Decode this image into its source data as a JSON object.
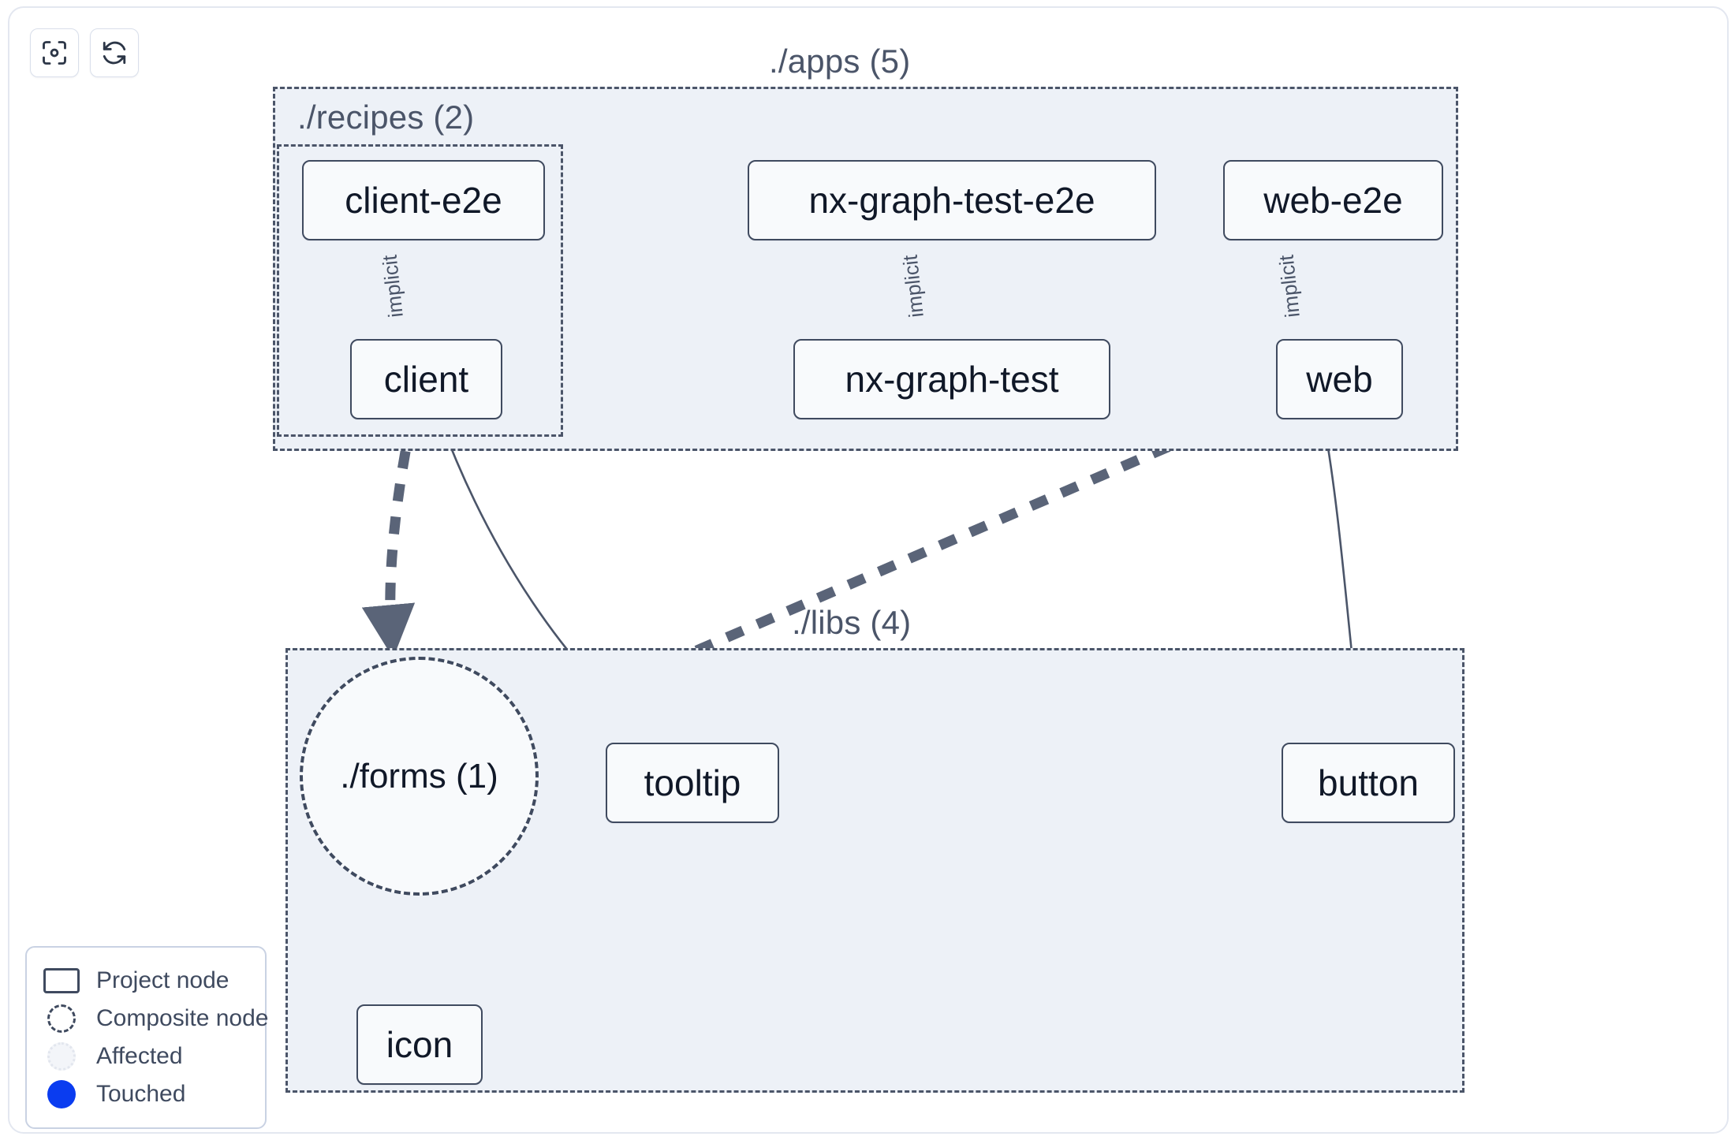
{
  "toolbar": {
    "buttons": [
      {
        "name": "focus-graph-button",
        "icon": "viewfinder-focus-icon",
        "label": ""
      },
      {
        "name": "refresh-graph-button",
        "icon": "refresh-icon",
        "label": ""
      }
    ]
  },
  "graph": {
    "groups": [
      {
        "id": "apps",
        "label": "./apps (5)",
        "count": 5
      },
      {
        "id": "recipes",
        "label": "./recipes (2)",
        "count": 2
      },
      {
        "id": "libs",
        "label": "./libs (4)",
        "count": 4
      }
    ],
    "nodes": [
      {
        "id": "client-e2e",
        "label": "client-e2e",
        "type": "project",
        "group": "recipes"
      },
      {
        "id": "client",
        "label": "client",
        "type": "project",
        "group": "recipes"
      },
      {
        "id": "nx-graph-test-e2e",
        "label": "nx-graph-test-e2e",
        "type": "project",
        "group": "apps"
      },
      {
        "id": "nx-graph-test",
        "label": "nx-graph-test",
        "type": "project",
        "group": "apps"
      },
      {
        "id": "web-e2e",
        "label": "web-e2e",
        "type": "project",
        "group": "apps"
      },
      {
        "id": "web",
        "label": "web",
        "type": "project",
        "group": "apps"
      },
      {
        "id": "forms",
        "label": "./forms (1)",
        "type": "composite",
        "group": "libs"
      },
      {
        "id": "tooltip",
        "label": "tooltip",
        "type": "project",
        "group": "libs"
      },
      {
        "id": "button",
        "label": "button",
        "type": "project",
        "group": "libs"
      },
      {
        "id": "icon",
        "label": "icon",
        "type": "project",
        "group": "libs"
      }
    ],
    "edges": [
      {
        "source": "client-e2e",
        "target": "client",
        "label": "implicit",
        "style": "solid"
      },
      {
        "source": "nx-graph-test-e2e",
        "target": "nx-graph-test",
        "label": "implicit",
        "style": "solid"
      },
      {
        "source": "web-e2e",
        "target": "web",
        "label": "implicit",
        "style": "solid"
      },
      {
        "source": "client",
        "target": "forms",
        "label": "",
        "style": "dashed"
      },
      {
        "source": "client",
        "target": "tooltip",
        "label": "",
        "style": "solid"
      },
      {
        "source": "web",
        "target": "forms",
        "label": "",
        "style": "dashed"
      },
      {
        "source": "web",
        "target": "button",
        "label": "",
        "style": "solid"
      },
      {
        "source": "forms",
        "target": "icon",
        "label": "",
        "style": "dashed"
      }
    ]
  },
  "legend": {
    "items": [
      {
        "swatch": "project-node-swatch",
        "label": "Project node"
      },
      {
        "swatch": "composite-node-swatch",
        "label": "Composite node"
      },
      {
        "swatch": "affected-swatch",
        "label": "Affected"
      },
      {
        "swatch": "touched-swatch",
        "label": "Touched"
      }
    ]
  },
  "colors": {
    "canvas_background": "#ffffff",
    "group_fill": "#edf1f7",
    "group_border": "#4b5569",
    "node_fill": "#f8fafc",
    "node_border": "#3f4a5f",
    "node_text": "#101828",
    "edge": "#4b5569",
    "touched": "#0a3cf0",
    "frame_border": "#e3e7f0"
  }
}
